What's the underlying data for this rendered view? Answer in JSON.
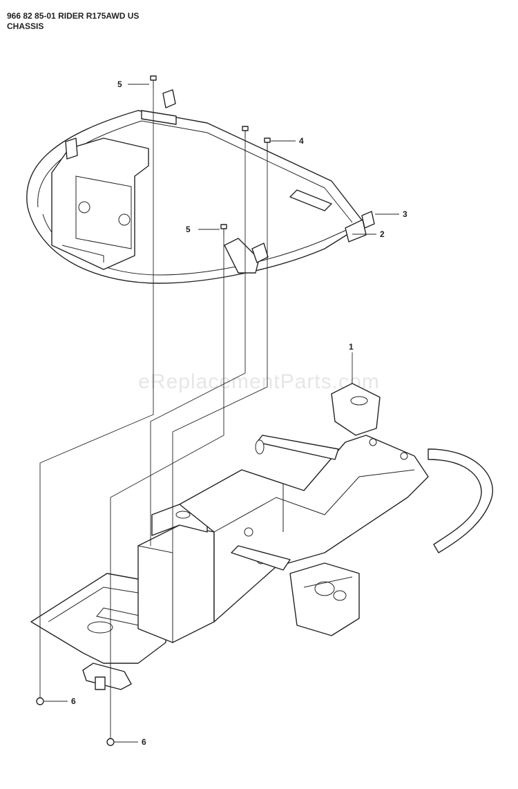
{
  "header": {
    "line1": "966 82 85-01 RIDER R175AWD US",
    "line2": "CHASSIS"
  },
  "watermark": "eReplacementParts.com",
  "callouts": [
    {
      "id": "1",
      "label": "1"
    },
    {
      "id": "2",
      "label": "2"
    },
    {
      "id": "3",
      "label": "3"
    },
    {
      "id": "4",
      "label": "4"
    },
    {
      "id": "5a",
      "label": "5"
    },
    {
      "id": "5b",
      "label": "5"
    },
    {
      "id": "6a",
      "label": "6"
    },
    {
      "id": "6b",
      "label": "6"
    }
  ]
}
